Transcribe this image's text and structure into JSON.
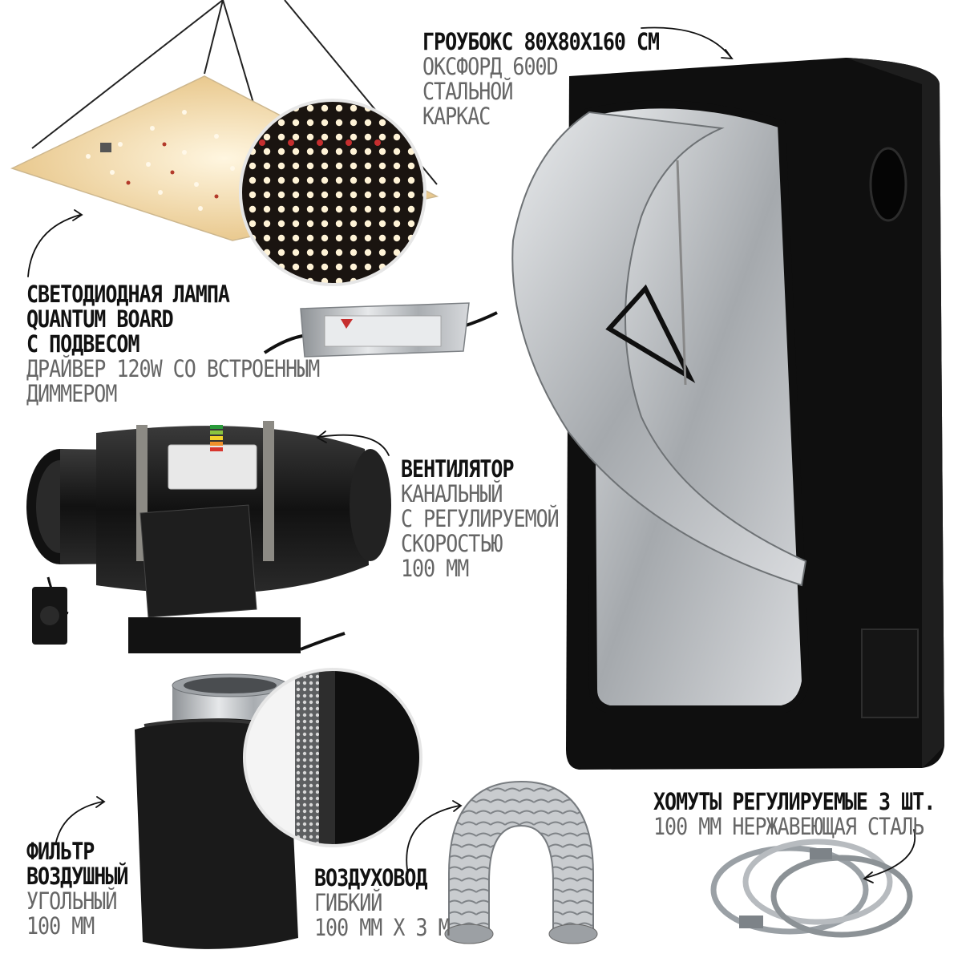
{
  "captions": {
    "tent": {
      "title": "ГРОУБОКС 80Х80Х160 СМ",
      "lines": [
        "ОКСФОРД 600D",
        "СТАЛЬНОЙ",
        "КАРКАС"
      ]
    },
    "lamp": {
      "title_lines": [
        "СВЕТОДИОДНАЯ ЛАМПА",
        "QUANTUM BOARD",
        "С ПОДВЕСОМ"
      ],
      "lines": [
        "ДРАЙВЕР 120W СО ВСТРОЕННЫМ",
        "ДИММЕРОМ"
      ]
    },
    "fan": {
      "title": "ВЕНТИЛЯТОР",
      "lines": [
        "КАНАЛЬНЫЙ",
        "С РЕГУЛИРУЕМОЙ",
        "СКОРОСТЬЮ",
        "100 ММ"
      ]
    },
    "filter": {
      "title_lines": [
        "ФИЛЬТР",
        "ВОЗДУШНЫЙ"
      ],
      "lines": [
        "УГОЛЬНЫЙ",
        "100 ММ"
      ]
    },
    "duct": {
      "title": "ВОЗДУХОВОД",
      "lines": [
        "ГИБКИЙ",
        "100 ММ Х 3 М"
      ]
    },
    "clamps": {
      "title": "ХОМУТЫ РЕГУЛИРУЕМЫЕ 3 ШТ.",
      "lines": [
        "100 ММ НЕРЖАВЕЮЩАЯ СТАЛЬ"
      ]
    }
  },
  "colors": {
    "title": "#111111",
    "subtitle": "#666666",
    "tent_black": "#0d0d0d",
    "reflective": "#b9bcbf",
    "fan_body": "#1c1c1c",
    "lamp_board": "#f3e2c4"
  },
  "icons": [
    "curved-arrow-icon",
    "led-lamp-image",
    "grow-tent-image",
    "inline-fan-image",
    "carbon-filter-image",
    "flexible-duct-image",
    "hose-clamps-image"
  ]
}
